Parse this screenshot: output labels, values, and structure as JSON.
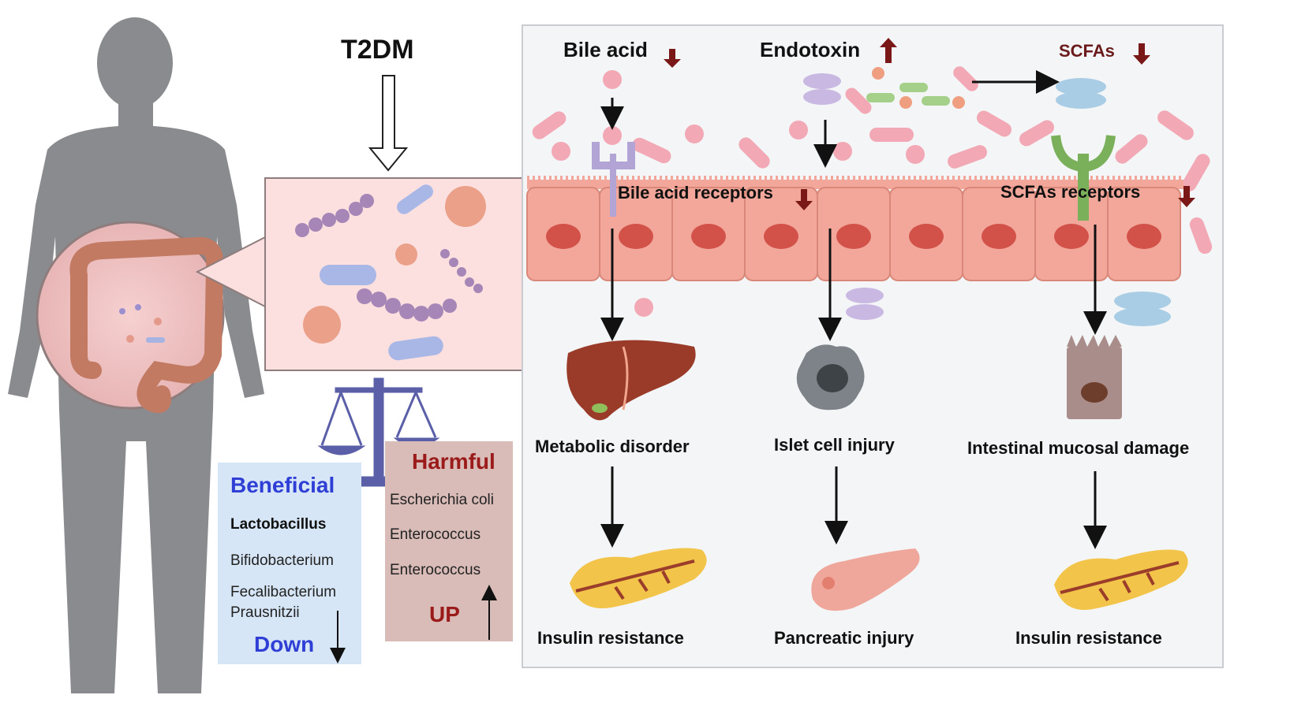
{
  "title": "T2DM",
  "panel": {
    "bile_acid": "Bile acid",
    "endotoxin": "Endotoxin",
    "scfas": "SCFAs",
    "bile_acid_receptors": "Bile acid receptors",
    "scfas_receptors": "SCFAs receptors",
    "outcomes": {
      "metabolic_disorder": "Metabolic disorder",
      "islet_cell_injury": "Islet cell injury",
      "intestinal_mucosal_damage": "Intestinal mucosal damage",
      "insulin_resistance_1": "Insulin resistance",
      "pancreatic_injury": "Pancreatic injury",
      "insulin_resistance_2": "Insulin resistance"
    }
  },
  "beneficial": {
    "heading": "Beneficial",
    "items": [
      "Lactobacillus",
      "Bifidobacterium",
      "Fecalibacterium",
      "Prausnitzii"
    ],
    "trend": "Down"
  },
  "harmful": {
    "heading": "Harmful",
    "items": [
      "Escherichia coli",
      "Enterococcus",
      "Enterococcus"
    ],
    "trend": "UP"
  },
  "colors": {
    "body": "#8a8b8e",
    "beneficial_heading": "#2f3fd6",
    "harmful_heading": "#9b1b1b",
    "beneficial_bg": "#d6e6f6",
    "harmful_bg": "#d9bcb8",
    "arrow_red": "#7a1717",
    "cell": "#f2a79a",
    "nucleus": "#d2524a",
    "panel_bg": "#f3f5f6"
  }
}
